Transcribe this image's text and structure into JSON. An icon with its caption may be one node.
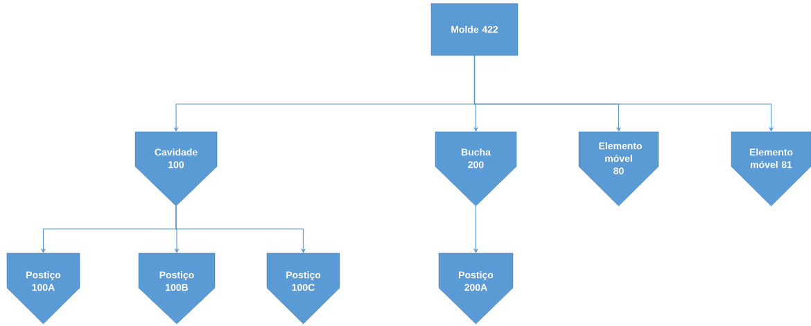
{
  "diagram": {
    "nodes": [
      {
        "text": [
          "Molde 422"
        ]
      },
      {
        "text": [
          "Cavidade 100"
        ]
      },
      {
        "text": [
          "Bucha 200"
        ]
      },
      {
        "text": [
          "Elemento móvel 80"
        ]
      },
      {
        "text": [
          "Elemento móvel 81"
        ]
      },
      {
        "text": [
          "Postiço 100A"
        ]
      },
      {
        "text": [
          "Postiço 100B"
        ]
      },
      {
        "text": [
          "Postiço 100C"
        ]
      },
      {
        "text": [
          "Postiço 200A"
        ]
      }
    ],
    "edges": [
      {
        "from": 0,
        "to": 1,
        "arrow": "to"
      },
      {
        "from": 0,
        "to": 2,
        "arrow": "to"
      },
      {
        "from": 0,
        "to": 3,
        "arrow": "to"
      },
      {
        "from": 0,
        "to": 4,
        "arrow": "to"
      },
      {
        "from": 1,
        "to": 5,
        "arrow": "to"
      },
      {
        "from": 1,
        "to": 6,
        "arrow": "to"
      },
      {
        "from": 1,
        "to": 7,
        "arrow": "to"
      },
      {
        "from": 2,
        "to": 8,
        "arrow": "to"
      }
    ]
  }
}
